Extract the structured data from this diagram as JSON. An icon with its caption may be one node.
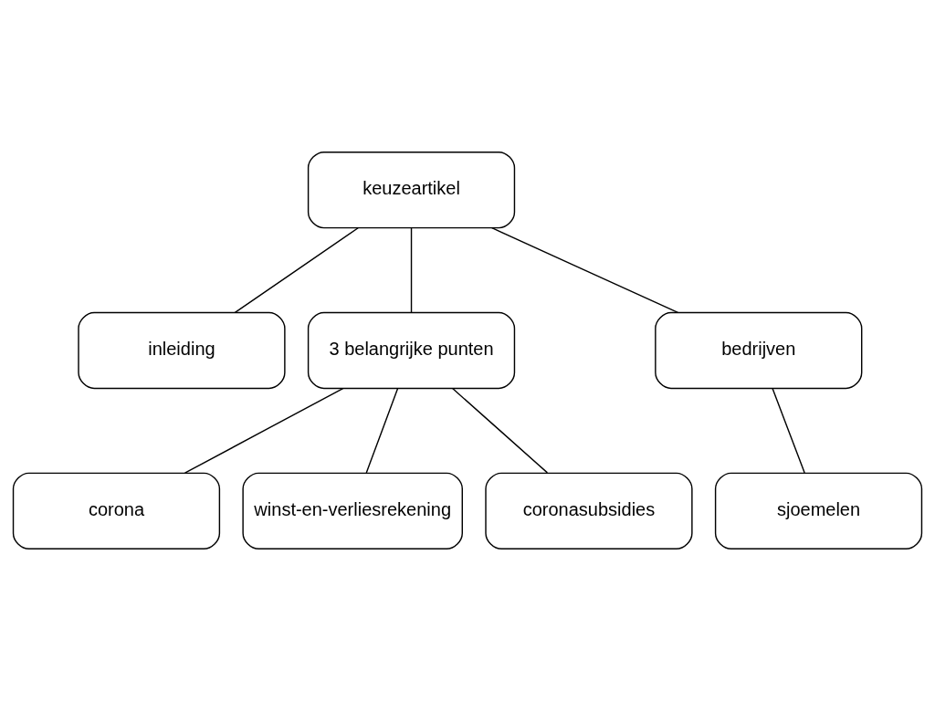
{
  "diagram": {
    "nodes": [
      {
        "text": [
          "keuzeartikel"
        ]
      },
      {
        "text": [
          "inleiding"
        ]
      },
      {
        "text": [
          "3 belangrijke punten"
        ]
      },
      {
        "text": [
          "bedrijven"
        ]
      },
      {
        "text": [
          "corona"
        ]
      },
      {
        "text": [
          "winst-en-verliesrekening"
        ]
      },
      {
        "text": [
          "coronasubsidies"
        ]
      },
      {
        "text": [
          "sjoemelen"
        ]
      }
    ],
    "edges": [
      {
        "from": 0,
        "to": 1,
        "arrow": "none"
      },
      {
        "from": 0,
        "to": 2,
        "arrow": "none"
      },
      {
        "from": 0,
        "to": 3,
        "arrow": "none"
      },
      {
        "from": 2,
        "to": 4,
        "arrow": "none"
      },
      {
        "from": 2,
        "to": 5,
        "arrow": "none"
      },
      {
        "from": 2,
        "to": 6,
        "arrow": "none"
      },
      {
        "from": 3,
        "to": 7,
        "arrow": "none"
      }
    ]
  }
}
